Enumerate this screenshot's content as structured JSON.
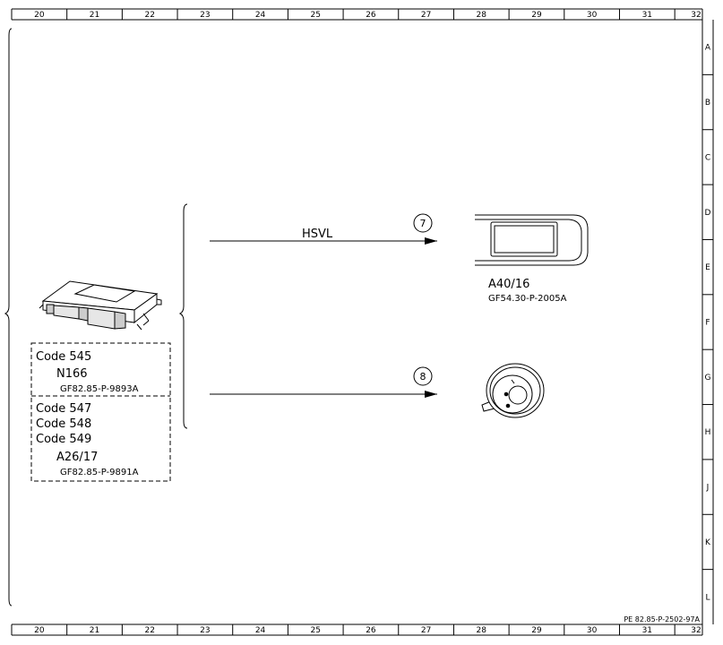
{
  "grid": {
    "columns": [
      "20",
      "21",
      "22",
      "23",
      "24",
      "25",
      "26",
      "27",
      "28",
      "29",
      "30",
      "31",
      "32"
    ],
    "rows": [
      "A",
      "B",
      "C",
      "D",
      "E",
      "F",
      "G",
      "H",
      "J",
      "K",
      "L"
    ]
  },
  "signal": {
    "label": "HSVL"
  },
  "callouts": [
    "7",
    "8"
  ],
  "components": {
    "display": {
      "code": "A40/16",
      "ref": "GF54.30-P-2005A"
    }
  },
  "legend": {
    "group1": {
      "code": "Code 545",
      "unit": "N166",
      "ref": "GF82.85-P-9893A"
    },
    "group2": {
      "codes": [
        "Code 547",
        "Code 548",
        "Code 549"
      ],
      "unit": "A26/17",
      "ref": "GF82.85-P-9891A"
    }
  },
  "footer": {
    "docref": "PE 82.85-P-2502-97A"
  }
}
